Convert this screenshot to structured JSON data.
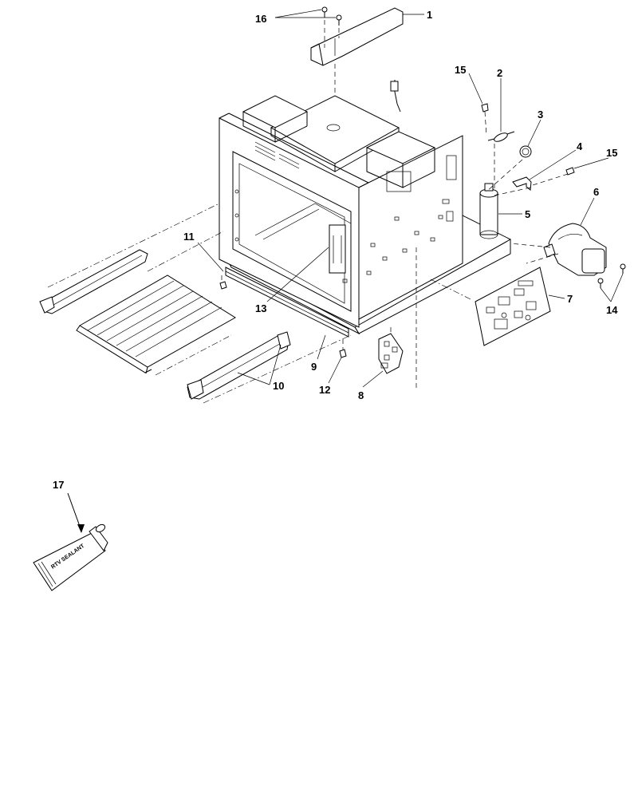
{
  "callouts": {
    "c1": "1",
    "c2": "2",
    "c3": "3",
    "c4": "4",
    "c5": "5",
    "c6": "6",
    "c7": "7",
    "c8": "8",
    "c9": "9",
    "c10": "10",
    "c11": "11",
    "c12": "12",
    "c13": "13",
    "c14": "14",
    "c15a": "15",
    "c15b": "15",
    "c16": "16",
    "c17": "17"
  },
  "sealant_tube_label": "RTV SEALANT"
}
